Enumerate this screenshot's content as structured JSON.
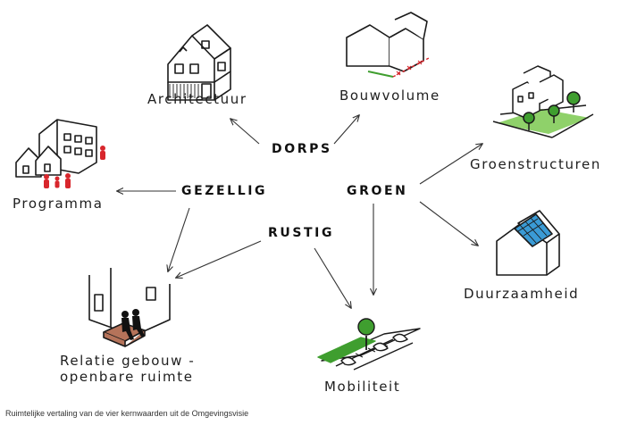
{
  "keywords": {
    "dorps": "DORPS",
    "gezellig": "GEZELLIG",
    "groen": "GROEN",
    "rustig": "RUSTIG"
  },
  "labels": {
    "architectuur": "Architectuur",
    "bouwvolume": "Bouwvolume",
    "groenstructuren": "Groenstructuren",
    "programma": "Programma",
    "duurzaamheid": "Duurzaamheid",
    "relatie_line1": "Relatie gebouw -",
    "relatie_line2": "openbare ruimte",
    "mobiliteit": "Mobiliteit"
  },
  "caption": "Ruimtelijke vertaling van de vier kernwaarden uit de Omgevingsvisie",
  "colors": {
    "ink": "#1a1a1a",
    "accent_red": "#d8262c",
    "green": "#3f9e2f",
    "light_green": "#8fd16a",
    "solar_blue": "#3a9bd6",
    "brick": "#b5735a"
  },
  "icons": [
    "house-sketch-icon",
    "building-volume-icon",
    "green-structure-icon",
    "program-buildings-icon",
    "solar-house-icon",
    "building-bench-icon",
    "mobility-street-icon"
  ]
}
